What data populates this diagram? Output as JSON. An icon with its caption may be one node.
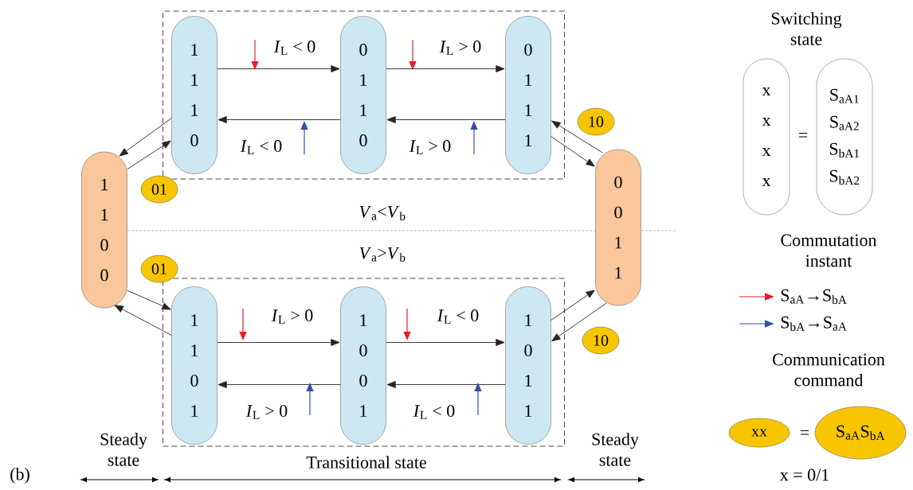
{
  "diagram": {
    "nodes": [
      {
        "text": [],
        "shape": "box"
      },
      {
        "text": [
          "1 1 1 0"
        ],
        "in": 0
      },
      {
        "text": [
          "0 1 1 0"
        ],
        "in": 0
      },
      {
        "text": [
          "0 1 1 1"
        ],
        "in": 0
      },
      {
        "text": [
          "1 1 0 0"
        ]
      },
      {
        "text": [
          "0 0 1 1"
        ]
      },
      {
        "text": [],
        "shape": "box"
      },
      {
        "text": [
          "1 1 0 1"
        ],
        "in": 6
      },
      {
        "text": [
          "1 0 0 1"
        ],
        "in": 6
      },
      {
        "text": [
          "1 0 1 1"
        ],
        "in": 6
      },
      {
        "text": [
          "01"
        ]
      },
      {
        "text": [
          "10"
        ]
      },
      {
        "text": [
          "01"
        ]
      },
      {
        "text": [
          "10"
        ]
      },
      {
        "text": [
          "x x x x"
        ]
      },
      {
        "text": [
          "S$_{aA1}$ S$_{aA2}$ S$_{bA1}$ S$_{bA2}$"
        ]
      },
      {
        "text": [
          "xx"
        ]
      },
      {
        "text": [
          "S$_{aA}$S$_{bA}$"
        ]
      }
    ],
    "edges": [
      {
        "from": 1,
        "to": 2,
        "arrow": "to",
        "label": "*I*$_{L}$ < 0"
      },
      {
        "from": 2,
        "to": 3,
        "arrow": "to",
        "label": "*I*$_{L}$ > 0"
      },
      {
        "from": 2,
        "to": 1,
        "arrow": "to",
        "label": "*I*$_{L}$ < 0"
      },
      {
        "from": 3,
        "to": 2,
        "arrow": "to",
        "label": "*I*$_{L}$ > 0"
      },
      {
        "from": 1,
        "to": 4,
        "arrow": "to"
      },
      {
        "from": 4,
        "to": 1,
        "arrow": "to"
      },
      {
        "from": 3,
        "to": 5,
        "arrow": "to"
      },
      {
        "from": 5,
        "to": 3,
        "arrow": "to"
      },
      {
        "from": 7,
        "to": 8,
        "arrow": "to",
        "label": "*I*$_{L}$ > 0"
      },
      {
        "from": 8,
        "to": 9,
        "arrow": "to",
        "label": "*I*$_{L}$ < 0"
      },
      {
        "from": 8,
        "to": 7,
        "arrow": "to",
        "label": "*I*$_{L}$ > 0"
      },
      {
        "from": 9,
        "to": 8,
        "arrow": "to",
        "label": "*I*$_{L}$ < 0"
      },
      {
        "from": 4,
        "to": 7,
        "arrow": "to"
      },
      {
        "from": 7,
        "to": 4,
        "arrow": "to"
      },
      {
        "from": 9,
        "to": 5,
        "arrow": "to"
      },
      {
        "from": 5,
        "to": 9,
        "arrow": "to"
      }
    ],
    "labels": [
      "Switching state",
      "=",
      "*V*$_{a}$<*V*$_{b}$",
      "*V*$_{a}$>*V*$_{b}$",
      "Commutation instant",
      "Communication command",
      "=",
      "Steady state",
      "Transitional state",
      "Steady state",
      "(b)",
      "x = 0/1"
    ],
    "legend": [
      {
        "text": "S$_{aA}$→S$_{bA}$"
      },
      {
        "text": "S$_{bA}$→S$_{aA}$"
      }
    ]
  }
}
